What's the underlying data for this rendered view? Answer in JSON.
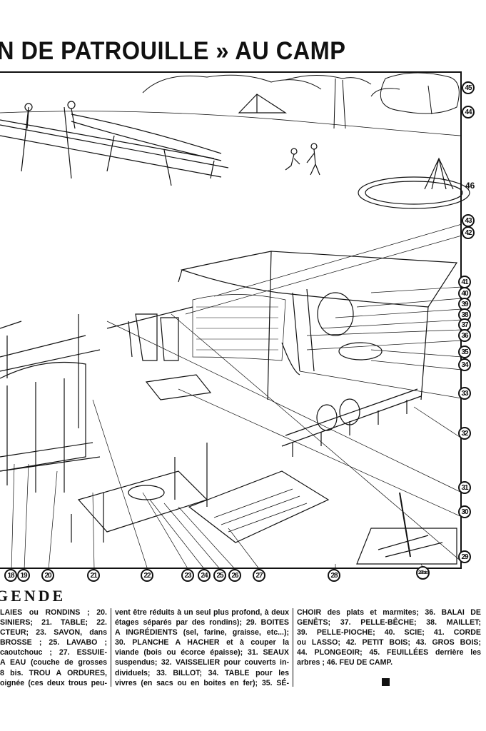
{
  "title": "N DE PATROUILLE » AU CAMP",
  "callouts_right": [
    "45",
    "44",
    "43",
    "42",
    "41",
    "40",
    "39",
    "38",
    "37",
    "36",
    "35",
    "34",
    "33",
    "32",
    "31",
    "30",
    "29"
  ],
  "label_46": "46",
  "callouts_bottom": [
    "18",
    "19",
    "20",
    "21",
    "22",
    "23",
    "24",
    "25",
    "26",
    "27",
    "28",
    "28bis"
  ],
  "legend": {
    "heading": "GENDE",
    "col1": [
      "LAIES ou RONDINS ; 20.",
      "SINIERS; 21. TABLE; 22.",
      "CTEUR; 23. SAVON, dans",
      "BROSSE ; 25. LAVABO ;",
      "caoutchouc ; 27. ESSUIE-",
      "A EAU (couche de grosses",
      "8 bis. TROU A ORDURES,",
      "oignée (ces deux trous peu-"
    ],
    "col2": [
      "vent être réduits à un seul plus profond, à deux",
      "étages séparés par des rondins); 29. BOITES",
      "A INGRÉDIENTS (sel, farine, graisse, etc...);",
      "30. PLANCHE A HACHER et à couper la",
      "viande (bois ou écorce épaisse); 31. SEAUX",
      "suspendus; 32. VAISSELIER pour couverts in-",
      "dividuels; 33. BILLOT; 34. TABLE pour les",
      "vivres (en sacs ou en boites en fer); 35. SÉ-"
    ],
    "col3": [
      "CHOIR des plats et marmites; 36. BALAI DE",
      "GENÊTS; 37. PELLE-BÊCHE; 38. MAILLET;",
      "39. PELLE-PIOCHE; 40. SCIE; 41. CORDE",
      "ou LASSO; 42. PETIT BOIS; 43. GROS BOIS;",
      "44. PLONGEOIR; 45. FEUILLÉES derrière les",
      "arbres ; 46. FEU DE CAMP."
    ]
  }
}
